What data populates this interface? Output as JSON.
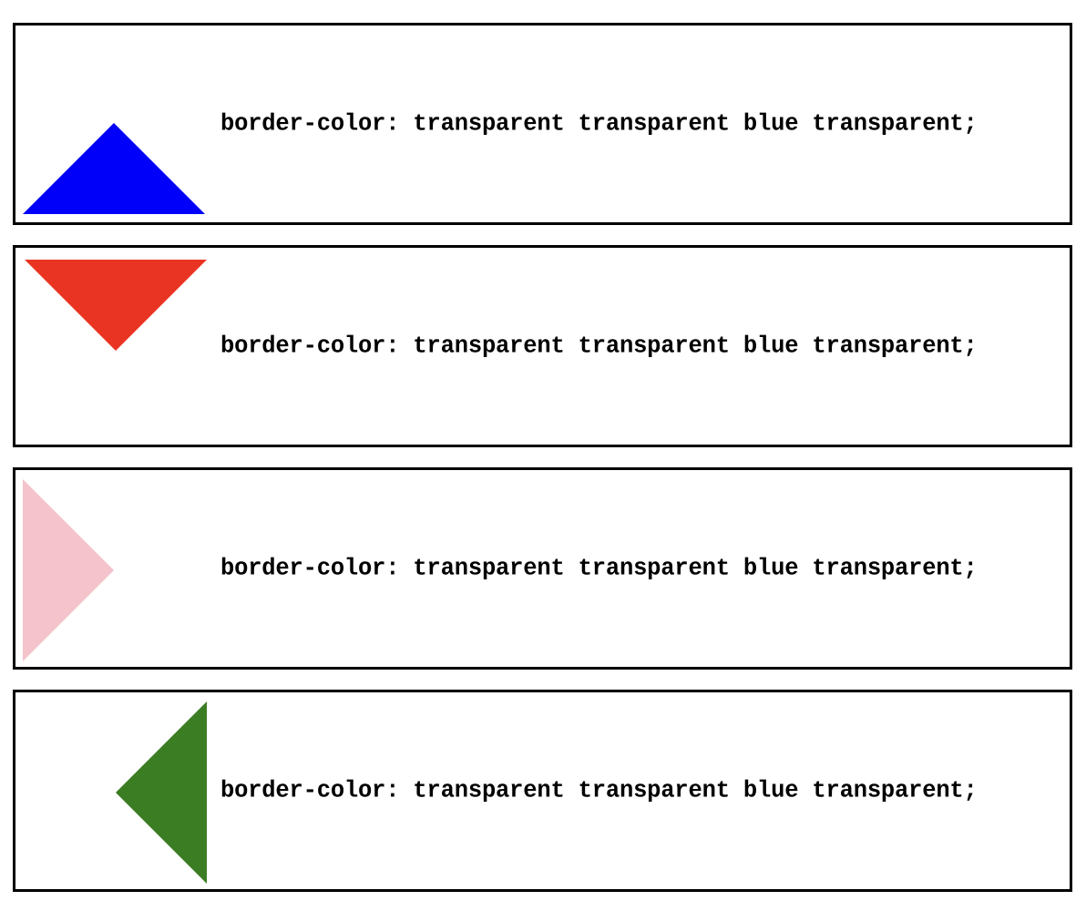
{
  "colors": {
    "box_border": "#000000",
    "text": "#000000",
    "background": "#ffffff"
  },
  "boxes": [
    {
      "direction": "up",
      "triangle_color": "#0000fa",
      "caption": "border-color: transparent transparent blue transparent;"
    },
    {
      "direction": "down",
      "triangle_color": "#ea3423",
      "caption": "border-color: transparent transparent blue transparent;"
    },
    {
      "direction": "right",
      "triangle_color": "#f4c3cc",
      "caption": "border-color: transparent transparent blue transparent;"
    },
    {
      "direction": "left",
      "triangle_color": "#3a7d23",
      "caption": "border-color: transparent transparent blue transparent;"
    }
  ]
}
